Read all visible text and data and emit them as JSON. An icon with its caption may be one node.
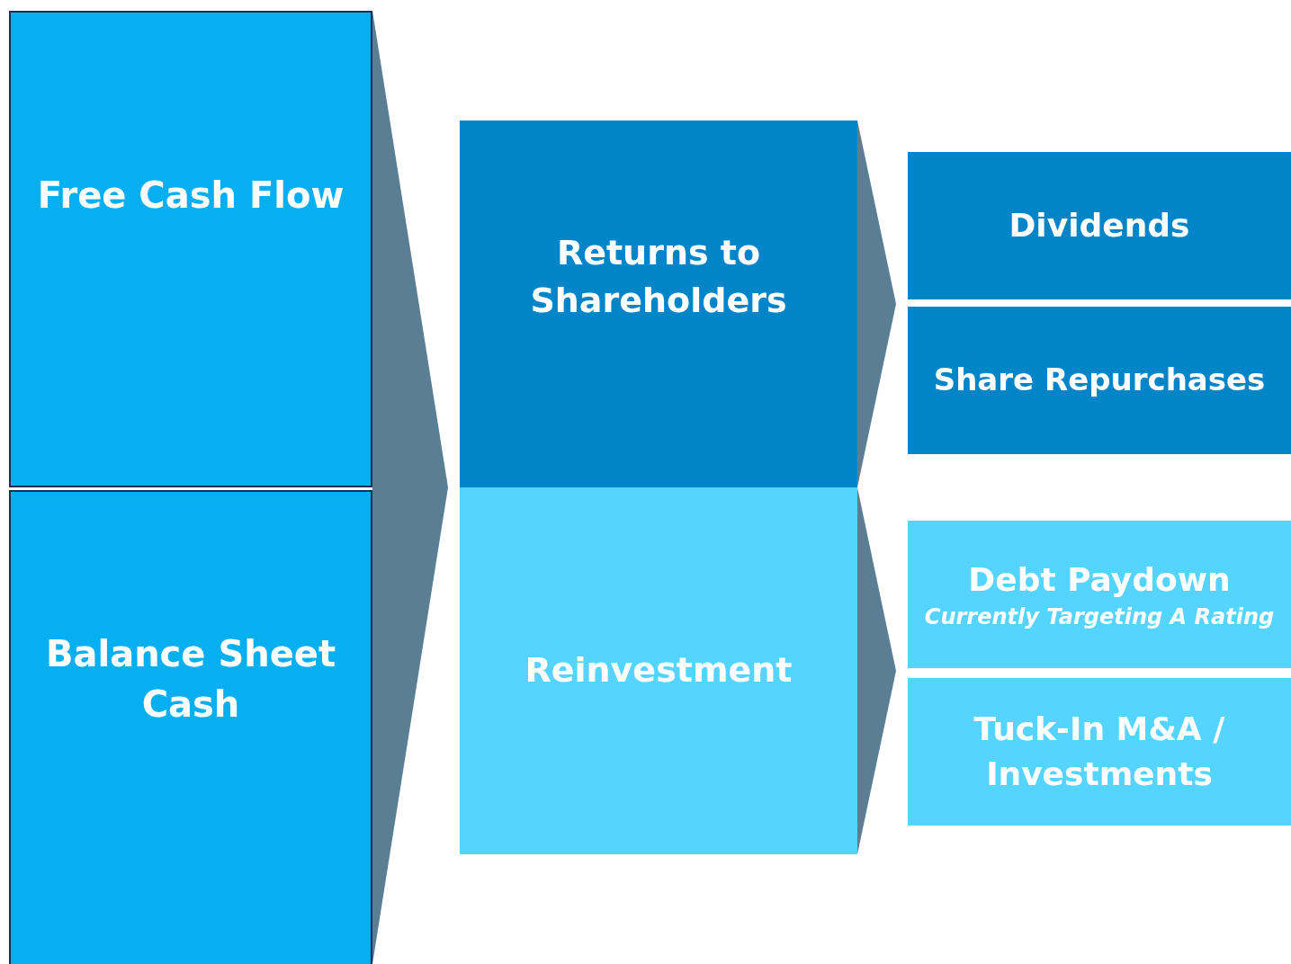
{
  "diagram": {
    "nodes": [
      {
        "text": [
          "Free Cash Flow"
        ]
      },
      {
        "text": [
          "Balance Sheet Cash"
        ]
      },
      {
        "text": [
          "Returns to Shareholders"
        ]
      },
      {
        "text": [
          "Reinvestment"
        ]
      },
      {
        "text": [
          "Dividends"
        ]
      },
      {
        "text": [
          "Share Repurchases"
        ]
      },
      {
        "text": [
          "Debt Paydown",
          "Currently Targeting A Rating"
        ]
      },
      {
        "text": [
          "Tuck-In M&A / Investments"
        ]
      }
    ],
    "edges": [
      {
        "from": 0,
        "to": 2,
        "arrow": "none"
      },
      {
        "from": 0,
        "to": 3,
        "arrow": "none"
      },
      {
        "from": 1,
        "to": 2,
        "arrow": "none"
      },
      {
        "from": 1,
        "to": 3,
        "arrow": "none"
      },
      {
        "from": 2,
        "to": 4,
        "arrow": "none"
      },
      {
        "from": 2,
        "to": 5,
        "arrow": "none"
      },
      {
        "from": 3,
        "to": 6,
        "arrow": "none"
      },
      {
        "from": 3,
        "to": 7,
        "arrow": "none"
      }
    ]
  }
}
